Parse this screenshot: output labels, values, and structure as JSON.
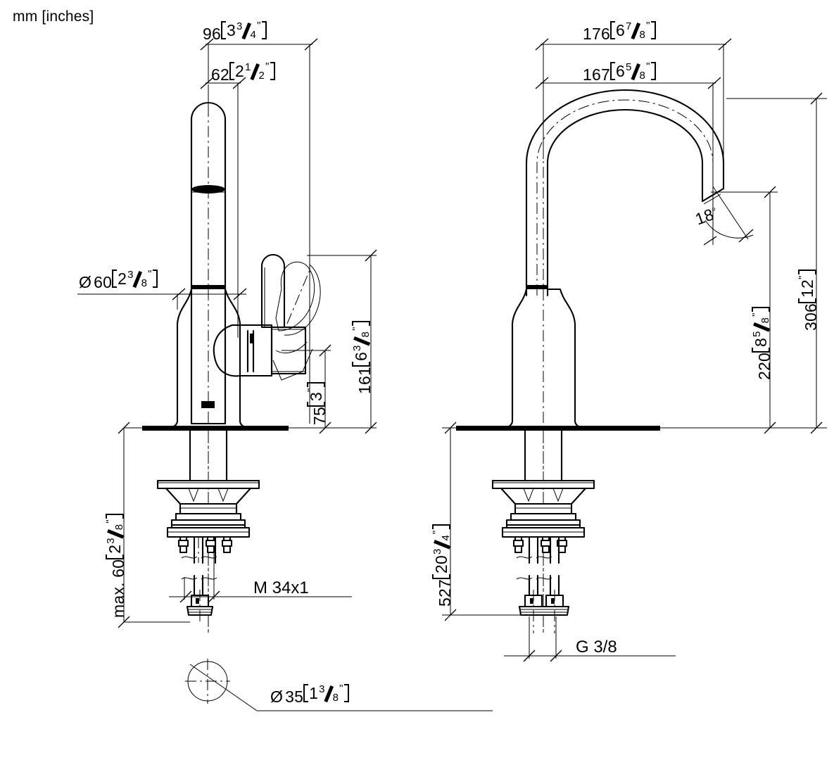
{
  "sheet": {
    "units_note": "mm [inches]",
    "background": "#ffffff",
    "line_color": "#000000"
  },
  "views": [
    {
      "id": "front-view",
      "label": "front-view"
    },
    {
      "id": "side-view",
      "label": "side-view"
    }
  ],
  "dimensions": {
    "front_top_outer": {
      "mm": "96",
      "whole": "3",
      "num": "3",
      "den": "4",
      "unit": "\""
    },
    "front_top_inner": {
      "mm": "62",
      "whole": "2",
      "num": "1",
      "den": "2",
      "unit": "\""
    },
    "front_diameter": {
      "prefix": "Ø",
      "mm": "60",
      "whole": "2",
      "num": "3",
      "den": "8",
      "unit": "\""
    },
    "front_height_161": {
      "mm": "161",
      "whole": "6",
      "num": "3",
      "den": "8",
      "unit": "\""
    },
    "front_height_75": {
      "mm": "75",
      "whole": "3",
      "num": "",
      "den": "",
      "unit": "\""
    },
    "front_max_60": {
      "prefix": "max.",
      "mm": "60",
      "whole": "2",
      "num": "3",
      "den": "8",
      "unit": "\""
    },
    "thread_m34": {
      "text": "M 34x1"
    },
    "hole_diameter": {
      "prefix": "Ø",
      "mm": "35",
      "whole": "1",
      "num": "3",
      "den": "8",
      "unit": "\""
    },
    "side_top_outer": {
      "mm": "176",
      "whole": "6",
      "num": "7",
      "den": "8",
      "unit": "\""
    },
    "side_top_inner": {
      "mm": "167",
      "whole": "6",
      "num": "5",
      "den": "8",
      "unit": "\""
    },
    "side_height_306": {
      "mm": "306",
      "whole": "12",
      "num": "",
      "den": "",
      "unit": "\""
    },
    "side_height_220": {
      "mm": "220",
      "whole": "8",
      "num": "5",
      "den": "8",
      "unit": "\""
    },
    "side_height_527": {
      "mm": "527",
      "whole": "20",
      "num": "3",
      "den": "4",
      "unit": "\""
    },
    "outlet_angle": {
      "value": "18",
      "unit": "°"
    },
    "connection_thread": {
      "text": "G 3/8"
    }
  },
  "labels": {
    "units": "mm [inches]",
    "m34": "M 34x1",
    "g38": "G 3/8",
    "angle18": "18",
    "degree_symbol": "°",
    "max_prefix": "max. ",
    "diameter_symbol": "Ø",
    "inch_mark": "\"",
    "d96": "96",
    "d62": "62",
    "d60": "60",
    "d161": "161",
    "d75": "75",
    "d60max": "60",
    "d35": "35",
    "d176": "176",
    "d167": "167",
    "d306": "306",
    "d220": "220",
    "d527": "527",
    "w3": "3",
    "w2a": "2",
    "w2b": "2",
    "w6a": "6",
    "w3b": "3",
    "w2c": "2",
    "w1": "1",
    "w6b": "6",
    "w6c": "6",
    "w12": "12",
    "w8": "8",
    "w20": "20",
    "n3": "3",
    "d4": "4",
    "n1": "1",
    "d2": "2",
    "n3b": "3",
    "d8a": "8",
    "n3c": "3",
    "d8b": "8",
    "n3d": "3",
    "d8c": "8",
    "n3e": "3",
    "d8d": "8",
    "n7": "7",
    "d8e": "8",
    "n5": "5",
    "d8f": "8",
    "n5b": "5",
    "d8g": "8",
    "n3f": "3",
    "d4b": "4"
  }
}
